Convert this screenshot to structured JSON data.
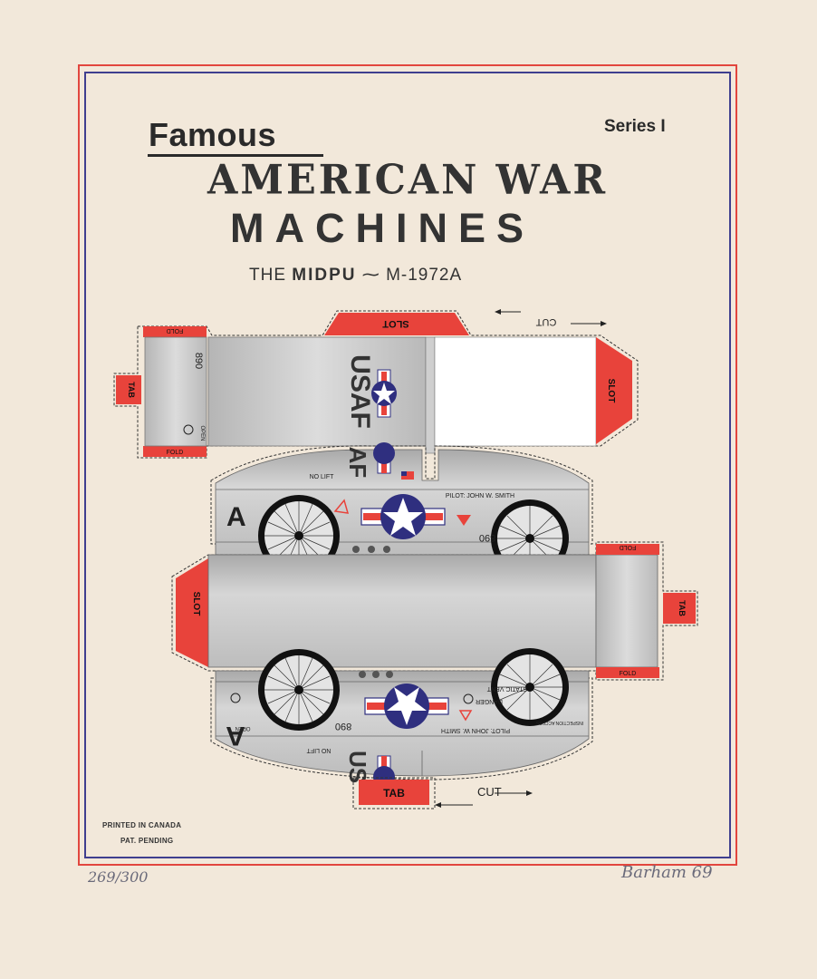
{
  "header": {
    "famous": "Famous",
    "series": "Series I",
    "american_war": "AMERICAN WAR",
    "machines": "MACHINES",
    "the": "THE",
    "model_name": "MIDPU",
    "model_number": "M-1972A"
  },
  "cutout": {
    "fold": "FOLD",
    "tab": "TAB",
    "slot": "SLOT",
    "cut": "CUT",
    "usaf": "USAF",
    "number": "890",
    "no_lift": "NO LIFT",
    "pilot": "PILOT: JOHN W. SMITH",
    "letter_a": "A",
    "open": "OPEN",
    "static_vent": "STATIC VENT",
    "danger": "DANGER",
    "inspection": "INSPECTION ACCESS"
  },
  "footer": {
    "printed": "PRINTED IN CANADA",
    "patent": "PAT. PENDING",
    "edition": "269/300",
    "signature": "Barham 69"
  },
  "colors": {
    "red": "#e8433b",
    "blue": "#2f2f7f",
    "gray": "#c9c9c9",
    "paper": "#f2e8da"
  }
}
